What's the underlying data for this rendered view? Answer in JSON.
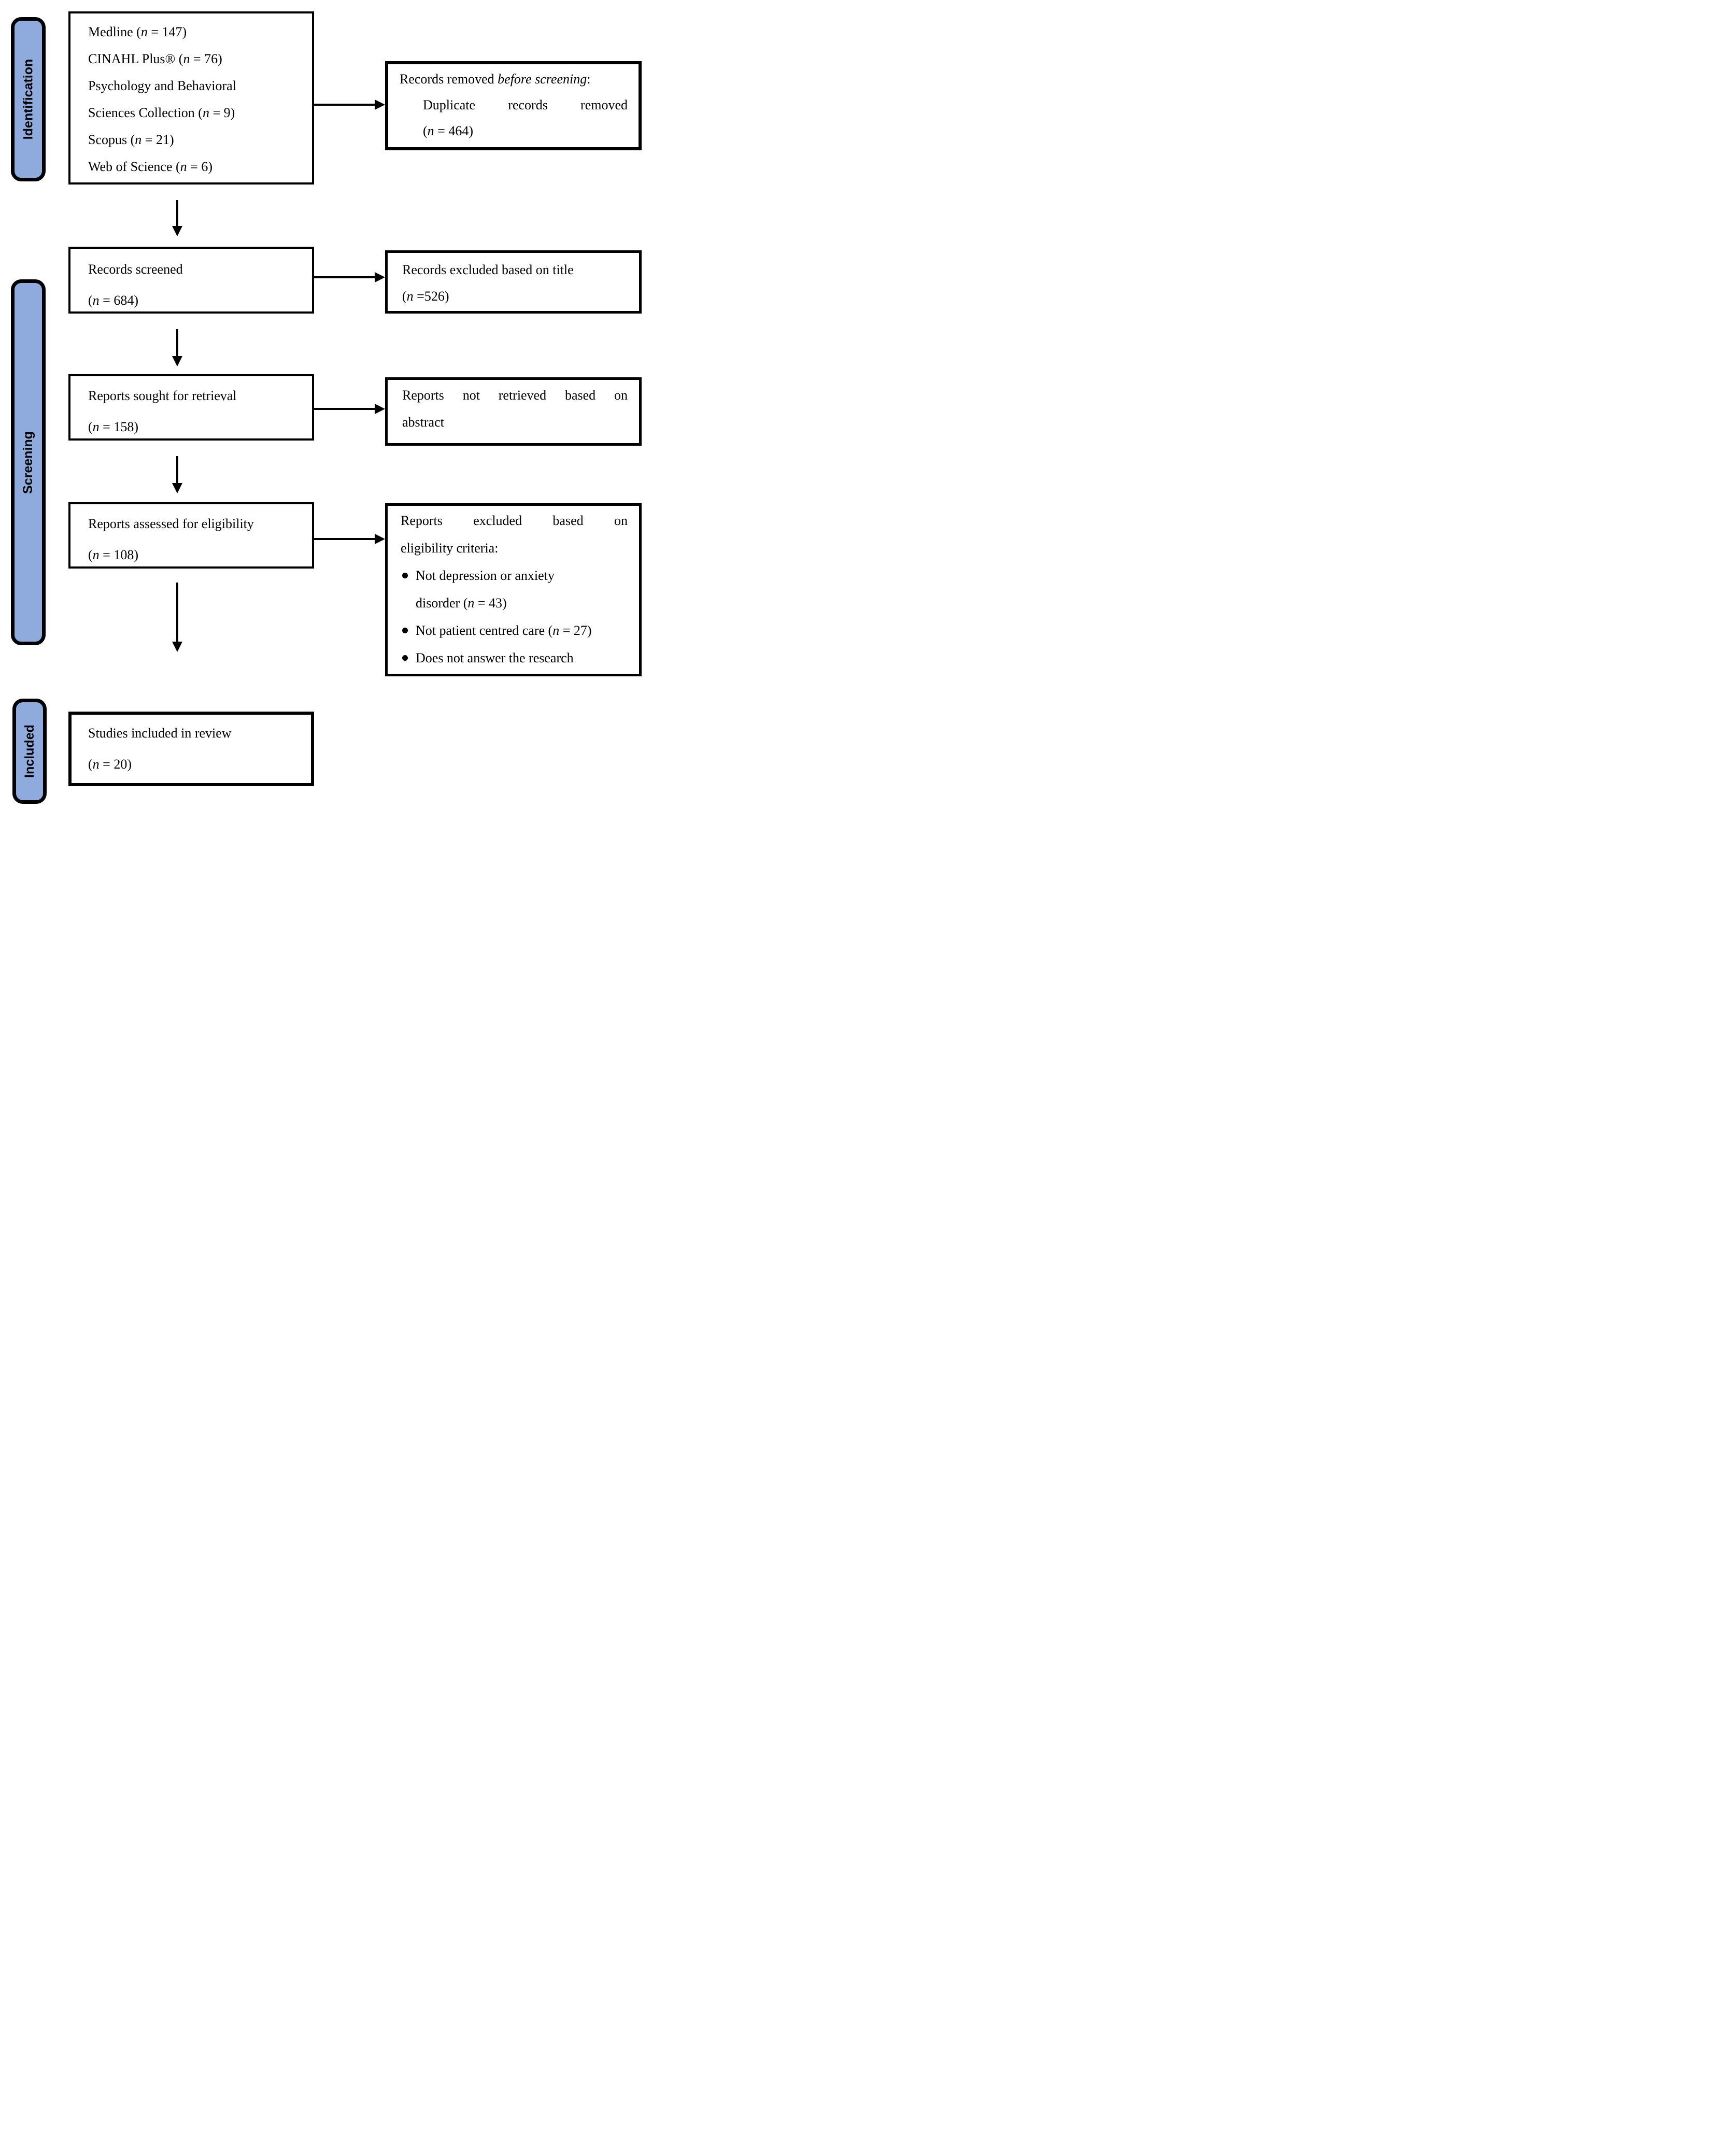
{
  "palette": {
    "stage_bar_fill": "#8FAADC",
    "line_color": "#000000",
    "background": "#FFFFFF"
  },
  "stages": {
    "identification": "Identification",
    "screening": "Screening",
    "included": "Included"
  },
  "identification_box": {
    "lines": [
      [
        {
          "t": "Medline ("
        },
        {
          "t": "n",
          "i": true
        },
        {
          "t": " = 147)"
        }
      ],
      [
        {
          "t": "CINAHL Plus® ("
        },
        {
          "t": "n",
          "i": true
        },
        {
          "t": " = 76)"
        }
      ],
      [
        {
          "t": "Psychology and Behavioral"
        }
      ],
      [
        {
          "t": "Sciences Collection ("
        },
        {
          "t": "n",
          "i": true
        },
        {
          "t": " = 9)"
        }
      ],
      [
        {
          "t": "Scopus ("
        },
        {
          "t": "n",
          "i": true
        },
        {
          "t": " = 21)"
        }
      ],
      [
        {
          "t": "Web of Science ("
        },
        {
          "t": "n",
          "i": true
        },
        {
          "t": " = 6)"
        }
      ]
    ]
  },
  "records_removed_box": {
    "title": [
      {
        "t": "Records removed "
      },
      {
        "t": "before screening",
        "i": true
      },
      {
        "t": ":"
      }
    ],
    "reason_words": [
      {
        "t": "Duplicate"
      },
      {
        "t": "records"
      },
      {
        "t": "removed"
      }
    ],
    "count": [
      {
        "t": "("
      },
      {
        "t": "n",
        "i": true
      },
      {
        "t": " = 464)"
      }
    ]
  },
  "records_screened_box": {
    "line1": [
      {
        "t": "Records screened"
      }
    ],
    "count": [
      {
        "t": "("
      },
      {
        "t": "n",
        "i": true
      },
      {
        "t": " = 684)"
      }
    ]
  },
  "records_excluded_box": {
    "line1": [
      {
        "t": "Records excluded based on title"
      }
    ],
    "count": [
      {
        "t": "("
      },
      {
        "t": "n",
        "i": true
      },
      {
        "t": " =526)"
      }
    ]
  },
  "reports_sought_box": {
    "line1": [
      {
        "t": "Reports sought for retrieval"
      }
    ],
    "count": [
      {
        "t": "("
      },
      {
        "t": "n",
        "i": true
      },
      {
        "t": " = 158)"
      }
    ]
  },
  "reports_not_retrieved_box": {
    "line1_words": [
      {
        "t": "Reports"
      },
      {
        "t": "not"
      },
      {
        "t": "retrieved"
      },
      {
        "t": "based"
      },
      {
        "t": "on"
      }
    ],
    "line2": [
      {
        "t": "abstract"
      }
    ]
  },
  "reports_assessed_box": {
    "line1": [
      {
        "t": "Reports assessed for eligibility"
      }
    ],
    "count": [
      {
        "t": "("
      },
      {
        "t": "n",
        "i": true
      },
      {
        "t": " = 108)"
      }
    ]
  },
  "reports_excluded_box": {
    "title_words": [
      {
        "t": "Reports"
      },
      {
        "t": "excluded"
      },
      {
        "t": "based"
      },
      {
        "t": "on"
      }
    ],
    "title_line2": [
      {
        "t": "eligibility criteria:"
      }
    ],
    "bullets": [
      {
        "line1": [
          {
            "t": "Not depression or anxiety"
          }
        ],
        "line2": [
          {
            "t": "disorder ("
          },
          {
            "t": "n",
            "i": true
          },
          {
            "t": " = 43)"
          }
        ]
      },
      {
        "line1": [
          {
            "t": "Not patient centred care ("
          },
          {
            "t": "n",
            "i": true
          },
          {
            "t": " = 27)"
          }
        ]
      },
      {
        "line1": [
          {
            "t": "Does not answer the research"
          }
        ]
      }
    ]
  },
  "studies_included_box": {
    "line1": [
      {
        "t": "Studies included in review"
      }
    ],
    "count": [
      {
        "t": "("
      },
      {
        "t": "n",
        "i": true
      },
      {
        "t": " = 20)"
      }
    ]
  }
}
